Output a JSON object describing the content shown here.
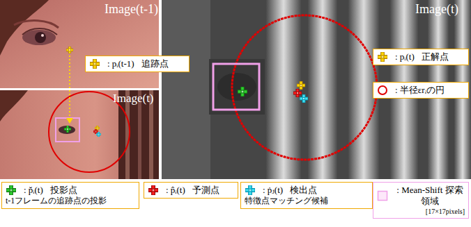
{
  "diagram": {
    "nodes": [
      {
        "text": [
          ": pᵢ(t-1)",
          "追跡点"
        ]
      },
      {
        "text": [
          ": pᵢ(t)",
          "正解点"
        ]
      },
      {
        "text": [
          ": 半径εrᵢの円"
        ]
      },
      {
        "text": [
          ": p̆ᵢ(t)",
          "投影点",
          "t-1フレームの追跡点の投影"
        ]
      },
      {
        "text": [
          ": p̂ᵢ(t)",
          "予測点"
        ]
      },
      {
        "text": [
          ": ṗⱼ(t)",
          "検出点",
          "特徴点マッチング候補"
        ]
      },
      {
        "text": [
          ": Mean-Shift 探索領域",
          "[17×17pixels]"
        ]
      }
    ],
    "labels": [
      "Image(t-1)",
      "Image(t)",
      "Image(t)"
    ]
  }
}
